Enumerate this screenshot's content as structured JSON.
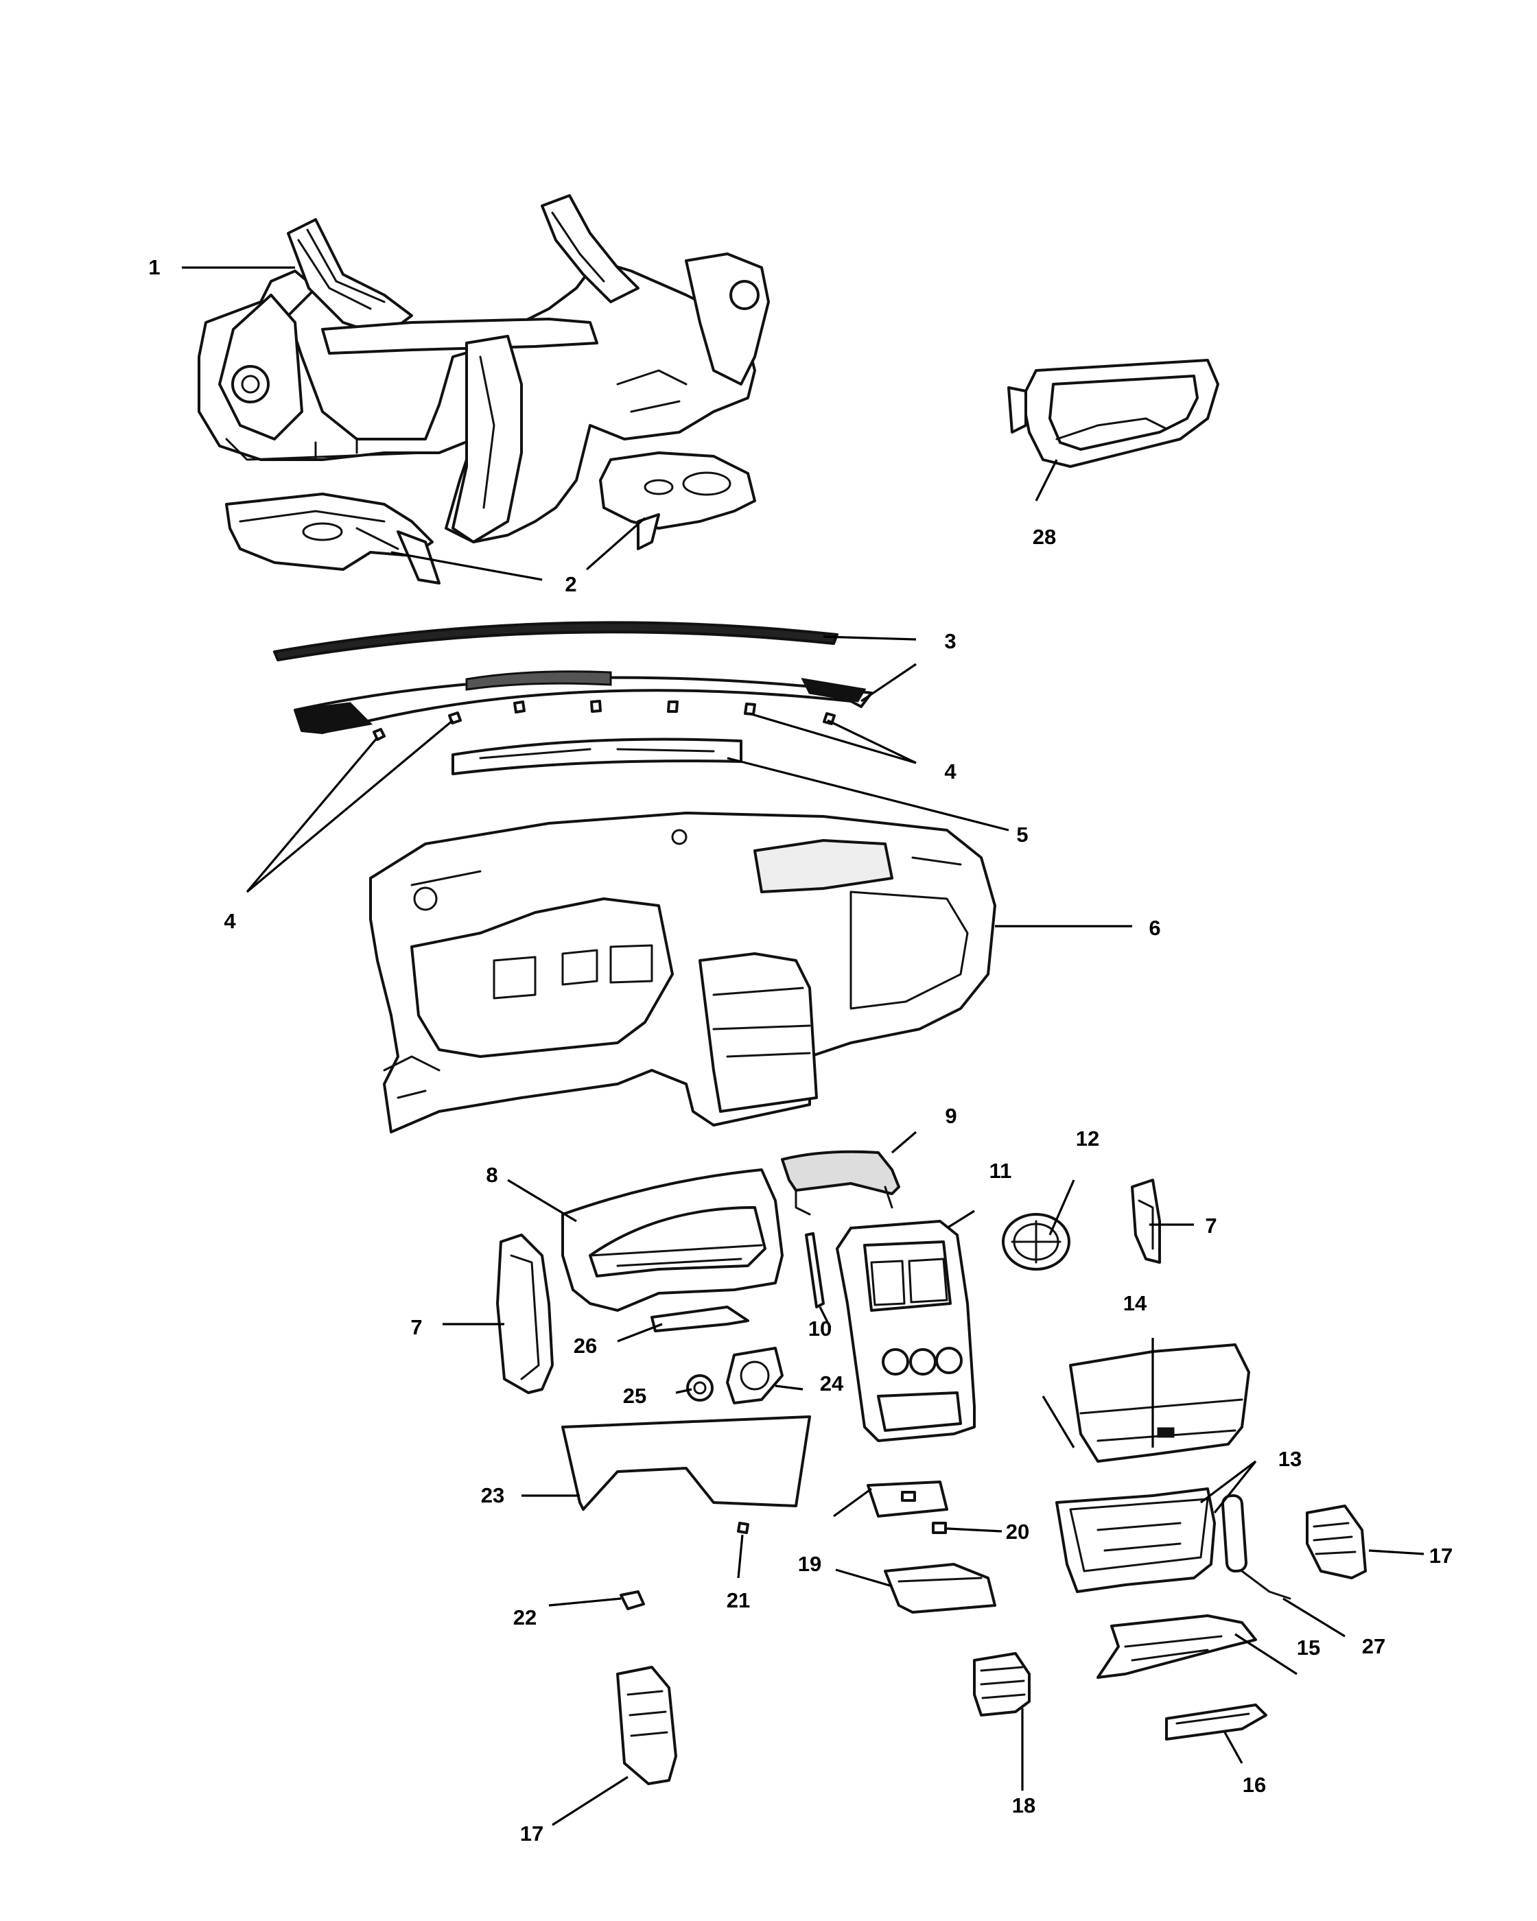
{
  "callouts": {
    "c1": "1",
    "c2": "2",
    "c3": "3",
    "c4a": "4",
    "c4b": "4",
    "c5": "5",
    "c6": "6",
    "c7a": "7",
    "c7b": "7",
    "c8": "8",
    "c9": "9",
    "c10": "10",
    "c11": "11",
    "c12": "12",
    "c13": "13",
    "c14": "14",
    "c15": "15",
    "c16": "16",
    "c17a": "17",
    "c17b": "17",
    "c18": "18",
    "c19": "19",
    "c20": "20",
    "c21": "21",
    "c22": "22",
    "c23": "23",
    "c24": "24",
    "c25": "25",
    "c26": "26",
    "c27": "27",
    "c28": "28"
  },
  "colors": {
    "line": "#111111",
    "background": "#ffffff"
  }
}
